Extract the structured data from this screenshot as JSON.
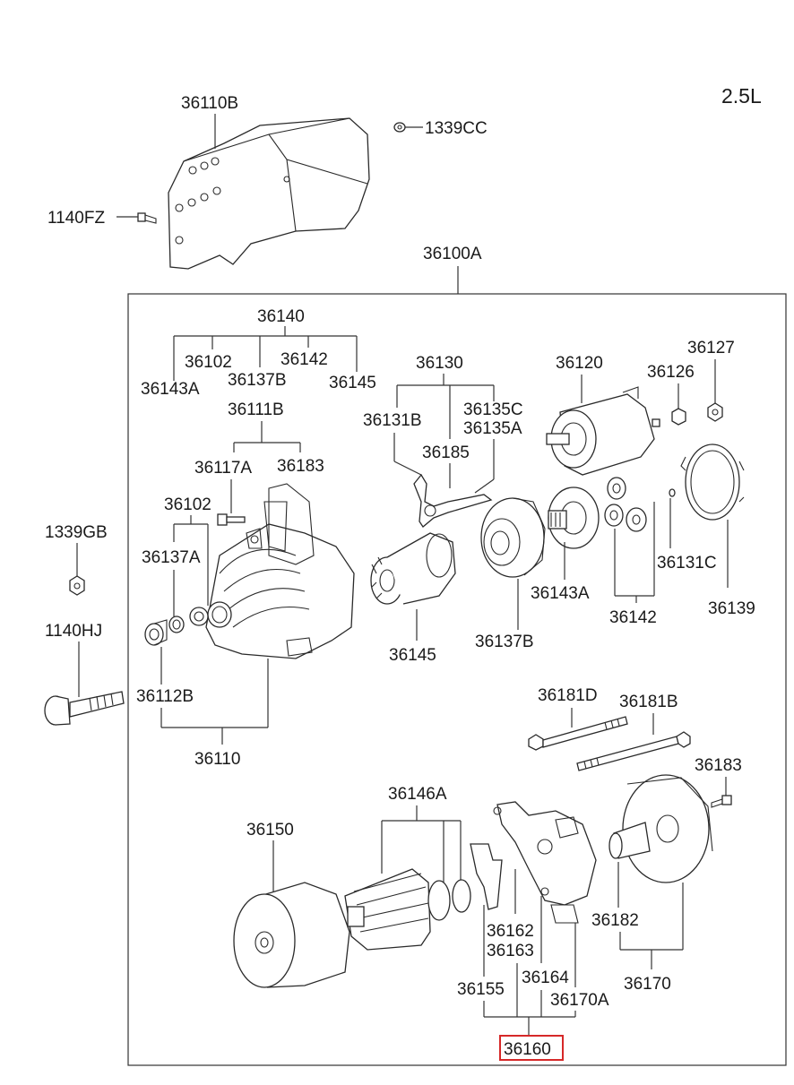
{
  "variant": "2.5L",
  "labels": {
    "p36110B": "36110B",
    "p1339CC": "1339CC",
    "p1140FZ": "1140FZ",
    "p36100A": "36100A",
    "p36140": "36140",
    "p36102_top": "36102",
    "p36142_top": "36142",
    "p36143A_top": "36143A",
    "p36137B_top": "36137B",
    "p36145_top": "36145",
    "p36130": "36130",
    "p36120": "36120",
    "p36127": "36127",
    "p36126": "36126",
    "p36131B": "36131B",
    "p36135C": "36135C",
    "p36135A": "36135A",
    "p36185": "36185",
    "p36111B": "36111B",
    "p36117A": "36117A",
    "p36183_top": "36183",
    "p36102_mid": "36102",
    "p1339GB": "1339GB",
    "p36137A": "36137A",
    "p1140HJ": "1140HJ",
    "p36112B": "36112B",
    "p36110": "36110",
    "p36145_mid": "36145",
    "p36137B_mid": "36137B",
    "p36143A_mid": "36143A",
    "p36142_mid": "36142",
    "p36131C": "36131C",
    "p36139": "36139",
    "p36181D": "36181D",
    "p36181B": "36181B",
    "p36183_bot": "36183",
    "p36146A": "36146A",
    "p36150": "36150",
    "p36162": "36162",
    "p36163": "36163",
    "p36164": "36164",
    "p36155": "36155",
    "p36170A": "36170A",
    "p36182": "36182",
    "p36170": "36170",
    "p36160": "36160"
  },
  "highlight_color": "#d62828"
}
